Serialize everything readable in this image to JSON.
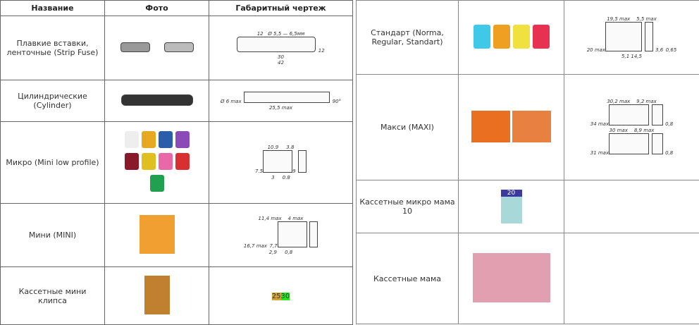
{
  "left_table": {
    "headers": [
      "Название",
      "Фото",
      "Габаритный чертеж"
    ],
    "rows": [
      {
        "name": "Плавкие вставки, ленточные (Strip Fuse)",
        "dims": [
          "12",
          "Ø 5,5 — 6,5мм",
          "12",
          "30",
          "42"
        ]
      },
      {
        "name": "Цилиндрические (Cylinder)",
        "dims": [
          "Ø 6 max",
          "25,5 max",
          "90°"
        ]
      },
      {
        "name": "Микро (Mini low profile)",
        "dims": [
          "10.9",
          "3.8",
          "7.5",
          "9",
          "3",
          "0.8"
        ]
      },
      {
        "name": "Мини (MINI)",
        "dims": [
          "11,4 max",
          "4 max",
          "16,7 max",
          "7,7",
          "2,9",
          "0,8"
        ]
      },
      {
        "name": "Кассетные мини клипса",
        "codes": [
          "25",
          "30"
        ]
      }
    ]
  },
  "right_table": {
    "rows": [
      {
        "name": "Стандарт (Norma, Regular, Standart)",
        "dims": [
          "19,5 max",
          "5,5 max",
          "20 max",
          "3,6",
          "0,65",
          "5,1",
          "14,5"
        ]
      },
      {
        "name": "Макси (MAXI)",
        "dims": [
          "30,2 max",
          "9,2 max",
          "34 max",
          "0,8",
          "30 max",
          "8,9 max",
          "31 max",
          "0,8"
        ]
      },
      {
        "name": "Кассетные микро мама 10",
        "label": "20"
      },
      {
        "name": "Кассетные мама"
      }
    ]
  },
  "colors": {
    "code1": "#d4a038",
    "code2": "#22e822"
  }
}
